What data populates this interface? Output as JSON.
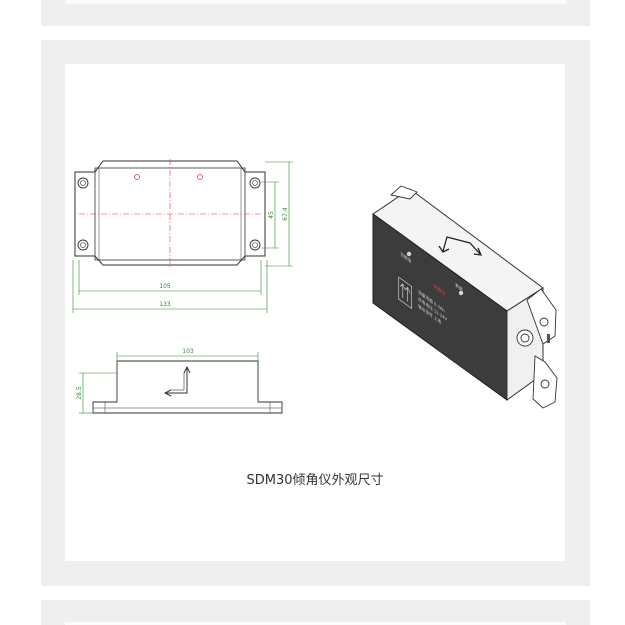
{
  "caption": "SDM30倾角仪外观尺寸",
  "dimensions": {
    "inner_width": "105",
    "total_width": "133",
    "hole_spacing": "45",
    "total_height": "67.4",
    "body_length": "103",
    "body_height": "28.5"
  },
  "product_label": {
    "title": "倾角仪",
    "lines": [
      "测量范围 0-3Ah",
      "供电电压 12-24V",
      "输出信号 上电"
    ],
    "left_indicator": "功能信",
    "right_indicator": "数据"
  },
  "colors": {
    "panel_background": "#efefef",
    "card_background": "#ffffff",
    "drawing_line": "#333333",
    "dimension_line": "#2f8a2f",
    "centerline": "#d63a3a",
    "product_front": "#3c3c3c",
    "product_top": "#f4f4f4"
  }
}
